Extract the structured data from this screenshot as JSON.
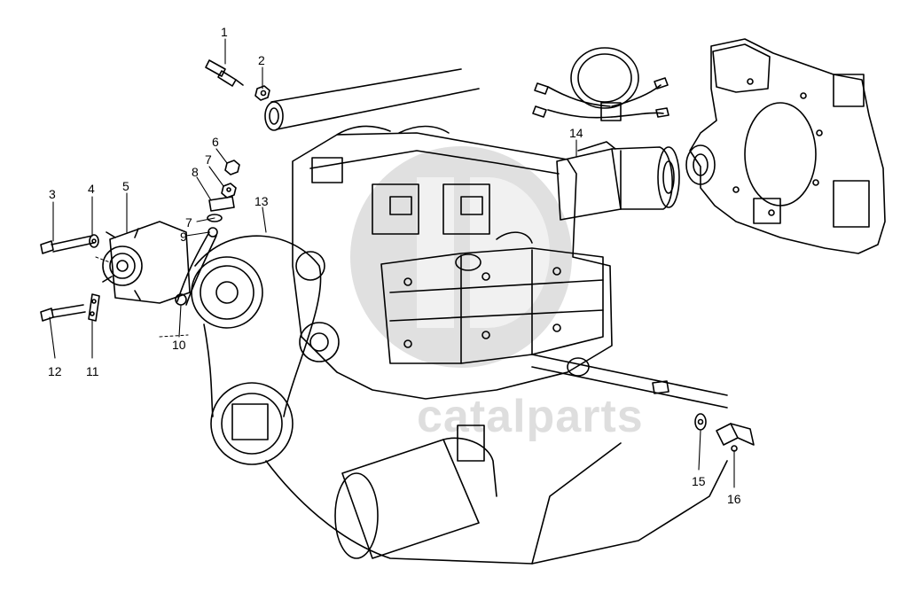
{
  "diagram": {
    "callouts": [
      "1",
      "2",
      "3",
      "4",
      "5",
      "6",
      "7",
      "8",
      "7",
      "9",
      "10",
      "11",
      "12",
      "13",
      "14",
      "15",
      "16"
    ],
    "watermark": {
      "text": "catalparts"
    }
  },
  "colors": {
    "line": "#000000",
    "background": "#ffffff",
    "watermark": "#9a9a9a"
  },
  "icons": [
    "sensor-icon",
    "nut-icon",
    "bolt-icon",
    "washer-icon",
    "pulley-icon",
    "starter-motor-icon",
    "flywheel-housing-icon",
    "oil-filter-icon"
  ]
}
